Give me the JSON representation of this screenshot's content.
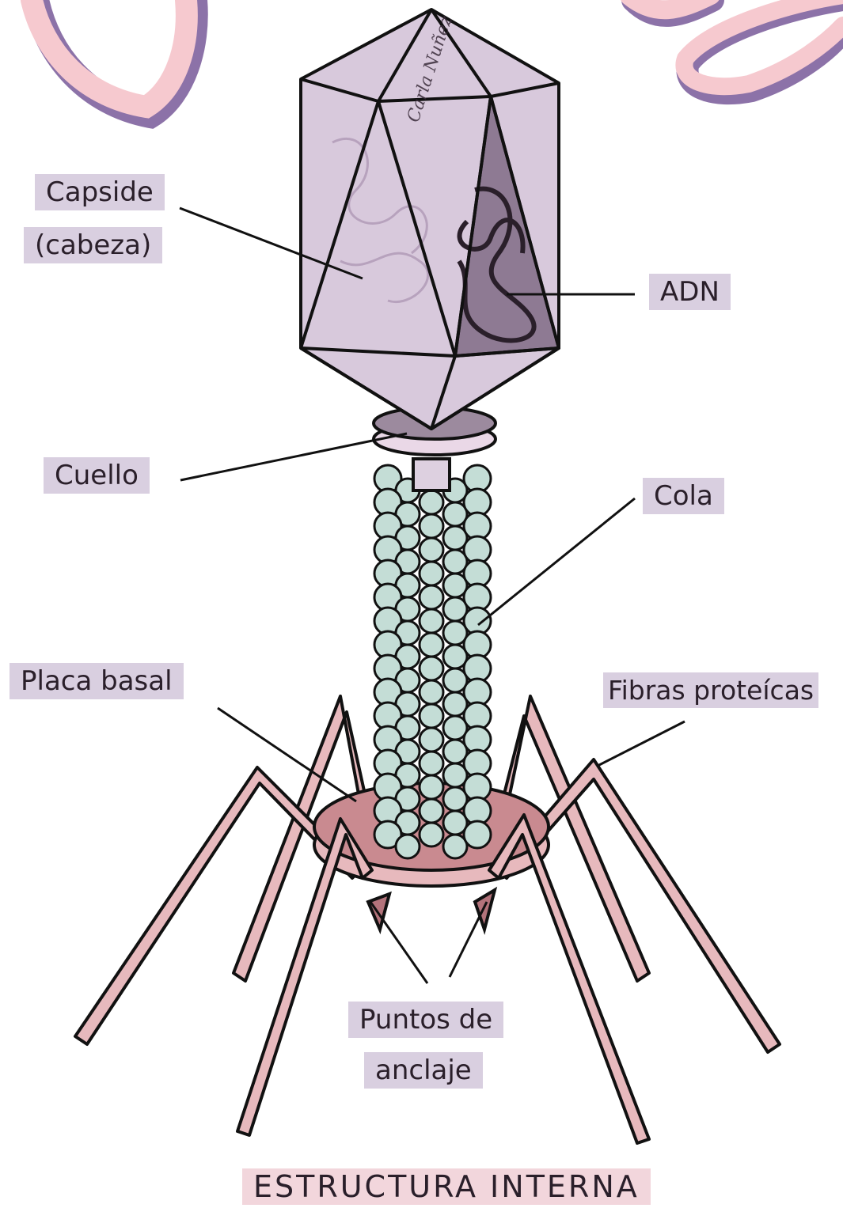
{
  "labels": {
    "capside_line1": "Capside",
    "capside_line2": "(cabeza)",
    "adn": "ADN",
    "cuello": "Cuello",
    "cola": "Cola",
    "placa_basal": "Placa basal",
    "fibras_proteicas": "Fibras proteícas",
    "puntos_line1": "Puntos de",
    "puntos_line2": "anclaje",
    "title": "ESTRUCTURA INTERNA"
  },
  "signature": "Carla Nuñez",
  "colors": {
    "capsid_fill": "#d8c9dc",
    "capsid_dark": "#8e7a93",
    "collar": "#9c8a9e",
    "tail_bead": "#c4ddd6",
    "baseplate": "#c98a90",
    "fiber": "#e7b9bd",
    "label_bg": "#d9cfe0",
    "title_bg": "#f2d6dc",
    "decor_pink": "#f6c9cf",
    "decor_purple": "#8c72a8"
  }
}
